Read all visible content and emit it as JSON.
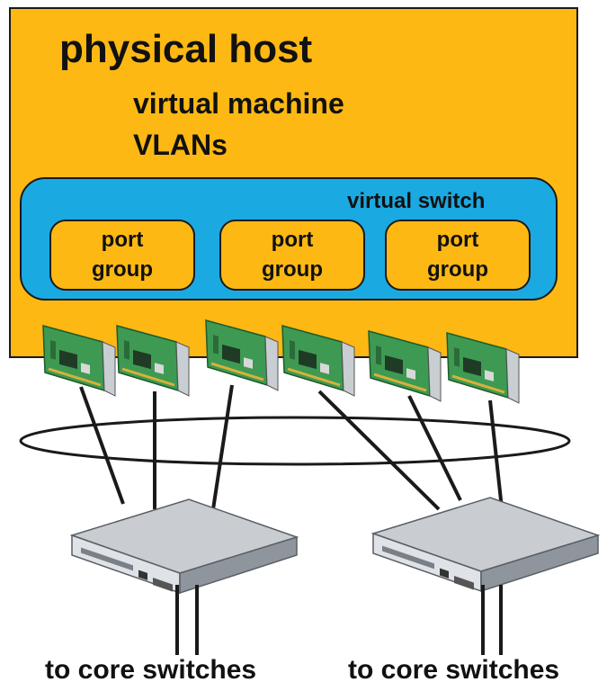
{
  "host": {
    "title": "physical host",
    "vm_label": "virtual machine",
    "vlan_label": "VLANs"
  },
  "vswitch": {
    "label": "virtual switch"
  },
  "port_groups": [
    {
      "line1": "port",
      "line2": "group"
    },
    {
      "line1": "port",
      "line2": "group"
    },
    {
      "line1": "port",
      "line2": "group"
    }
  ],
  "bottom_labels": [
    "to core switches",
    "to core switches"
  ],
  "icons": {
    "nic": "network-card-icon",
    "switch": "physical-switch-icon"
  },
  "colors": {
    "host_fill": "#FDB813",
    "vswitch_fill": "#1BA9E1",
    "port_group_fill": "#FDB813",
    "nic_board": "#3E9A52"
  }
}
